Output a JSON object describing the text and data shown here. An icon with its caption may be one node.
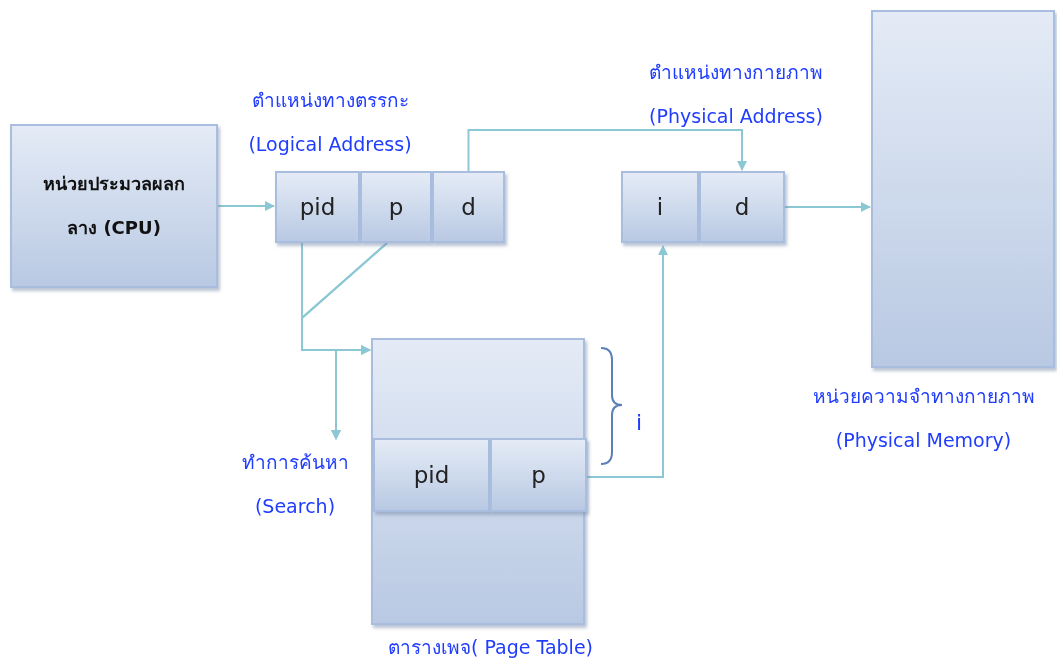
{
  "diagram": {
    "nodes": [
      {
        "text": [
          "หน่วยประมวลผลกลาง (CPU)"
        ]
      },
      {
        "text": [
          "ตำแหน่งทางตรรกะ (Logical Address)"
        ]
      },
      {
        "text": [
          "pid"
        ],
        "in": 1
      },
      {
        "text": [
          "p"
        ],
        "in": 1
      },
      {
        "text": [
          "d"
        ],
        "in": 1
      },
      {
        "text": [
          "ตำแหน่งทางกายภาพ (Physical Address)"
        ]
      },
      {
        "text": [
          "i"
        ],
        "in": 5
      },
      {
        "text": [
          "d"
        ],
        "in": 5
      },
      {
        "text": [
          "ตารางเพจ( Page Table)"
        ]
      },
      {
        "text": [
          "pid"
        ],
        "in": 8
      },
      {
        "text": [
          "p"
        ],
        "in": 8
      },
      {
        "text": [
          "หน่วยความจำทางกายภาพ (Physical Memory)"
        ]
      },
      {
        "text": [
          "ทำการค้นหา (Search)"
        ]
      }
    ],
    "edges": [
      {
        "from": 0,
        "to": 2,
        "arrow": "to"
      },
      {
        "from": 4,
        "to": 7,
        "arrow": "to"
      },
      {
        "from": 2,
        "to": 8,
        "arrow": "to"
      },
      {
        "from": 3,
        "to": 8,
        "arrow": "to"
      },
      {
        "from": 2,
        "to": 12,
        "arrow": "to"
      },
      {
        "from": 3,
        "to": 12,
        "arrow": "to"
      },
      {
        "from": 10,
        "to": 6,
        "arrow": "to"
      },
      {
        "from": 7,
        "to": 11,
        "arrow": "to"
      }
    ],
    "labels": [
      "i"
    ]
  }
}
